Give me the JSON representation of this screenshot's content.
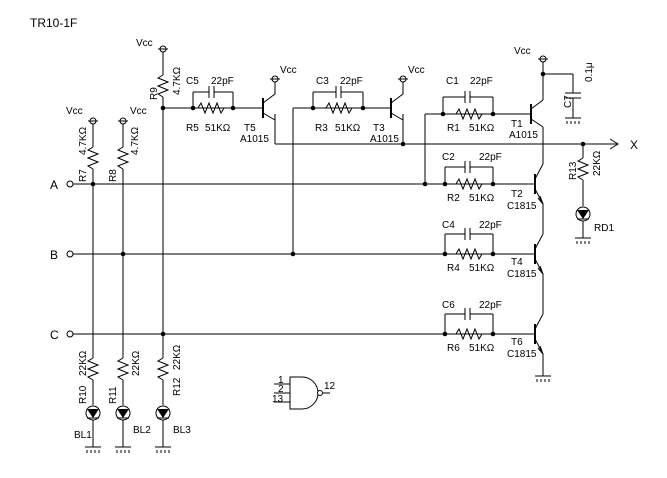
{
  "title": "TR10-1F",
  "inputs": {
    "a": "A",
    "b": "B",
    "c": "C"
  },
  "output": "X",
  "vcc": "Vcc",
  "resistors": {
    "r1": {
      "name": "R1",
      "value": "51KΩ"
    },
    "r2": {
      "name": "R2",
      "value": "51KΩ"
    },
    "r3": {
      "name": "R3",
      "value": "51KΩ"
    },
    "r4": {
      "name": "R4",
      "value": "51KΩ"
    },
    "r5": {
      "name": "R5",
      "value": "51KΩ"
    },
    "r6": {
      "name": "R6",
      "value": "51KΩ"
    },
    "r7": {
      "name": "R7",
      "value": "4.7KΩ"
    },
    "r8": {
      "name": "R8",
      "value": "4.7KΩ"
    },
    "r9": {
      "name": "R9",
      "value": "4.7KΩ"
    },
    "r10": {
      "name": "R10",
      "value": "22KΩ"
    },
    "r11": {
      "name": "R11",
      "value": "22KΩ"
    },
    "r12": {
      "name": "R12",
      "value": "22KΩ"
    },
    "r13": {
      "name": "R13",
      "value": "22KΩ"
    }
  },
  "capacitors": {
    "c1": {
      "name": "C1",
      "value": "22pF"
    },
    "c2": {
      "name": "C2",
      "value": "22pF"
    },
    "c3": {
      "name": "C3",
      "value": "22pF"
    },
    "c4": {
      "name": "C4",
      "value": "22pF"
    },
    "c5": {
      "name": "C5",
      "value": "22pF"
    },
    "c6": {
      "name": "C6",
      "value": "22pF"
    },
    "c7": {
      "name": "C7",
      "value": "0.1μ"
    }
  },
  "transistors": {
    "t1": {
      "name": "T1",
      "part": "A1015"
    },
    "t2": {
      "name": "T2",
      "part": "C1815"
    },
    "t3": {
      "name": "T3",
      "part": "A1015"
    },
    "t4": {
      "name": "T4",
      "part": "C1815"
    },
    "t5": {
      "name": "T5",
      "part": "A1015"
    },
    "t6": {
      "name": "T6",
      "part": "C1815"
    }
  },
  "leds": {
    "bl1": "BL1",
    "bl2": "BL2",
    "bl3": "BL3",
    "rd1": "RD1"
  },
  "gate": {
    "in1": "1",
    "in2": "2",
    "in3": "13",
    "out": "12"
  }
}
